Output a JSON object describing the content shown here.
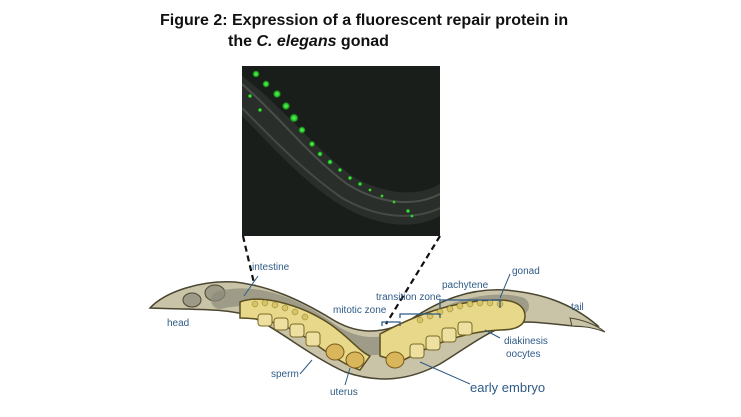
{
  "title": {
    "prefix": "Figure 2: Expression of a fluorescent repair protein in",
    "line2_pre": "the ",
    "line2_italic": "C. elegans",
    "line2_post": " gonad"
  },
  "labels": {
    "intestine": "intestine",
    "head": "head",
    "transition_zone": "transition zone",
    "mitotic_zone": "mitotic zone",
    "pachytene": "pachytene",
    "gonad": "gonad",
    "tail": "tail",
    "diakinesis": "diakinesis",
    "oocytes": "oocytes",
    "sperm": "sperm",
    "uterus": "uterus",
    "early_embryo": "early embryo"
  },
  "colors": {
    "label_blue": "#2f5b86",
    "fluorescence_green": "#3ddc3d",
    "gonad_fill": "#e8d98a",
    "body_fill": "#b9b39a"
  }
}
